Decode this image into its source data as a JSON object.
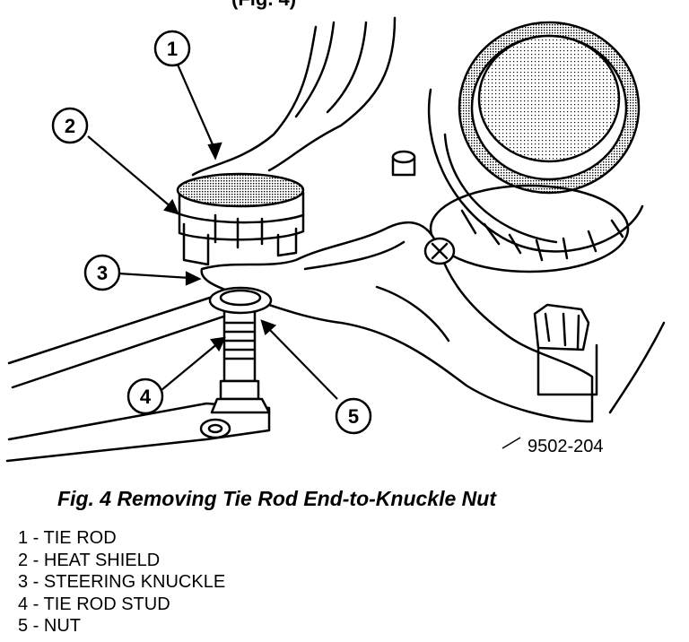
{
  "header_fragment": "(Fig. 4)",
  "figure_id": "9502-204",
  "callouts": [
    "1",
    "2",
    "3",
    "4",
    "5"
  ],
  "caption": "Fig. 4 Removing Tie Rod End-to-Knuckle Nut",
  "legend": [
    "1 - TIE ROD",
    "2 - HEAT SHIELD",
    "3 - STEERING KNUCKLE",
    "4 - TIE ROD STUD",
    "5 - NUT"
  ]
}
